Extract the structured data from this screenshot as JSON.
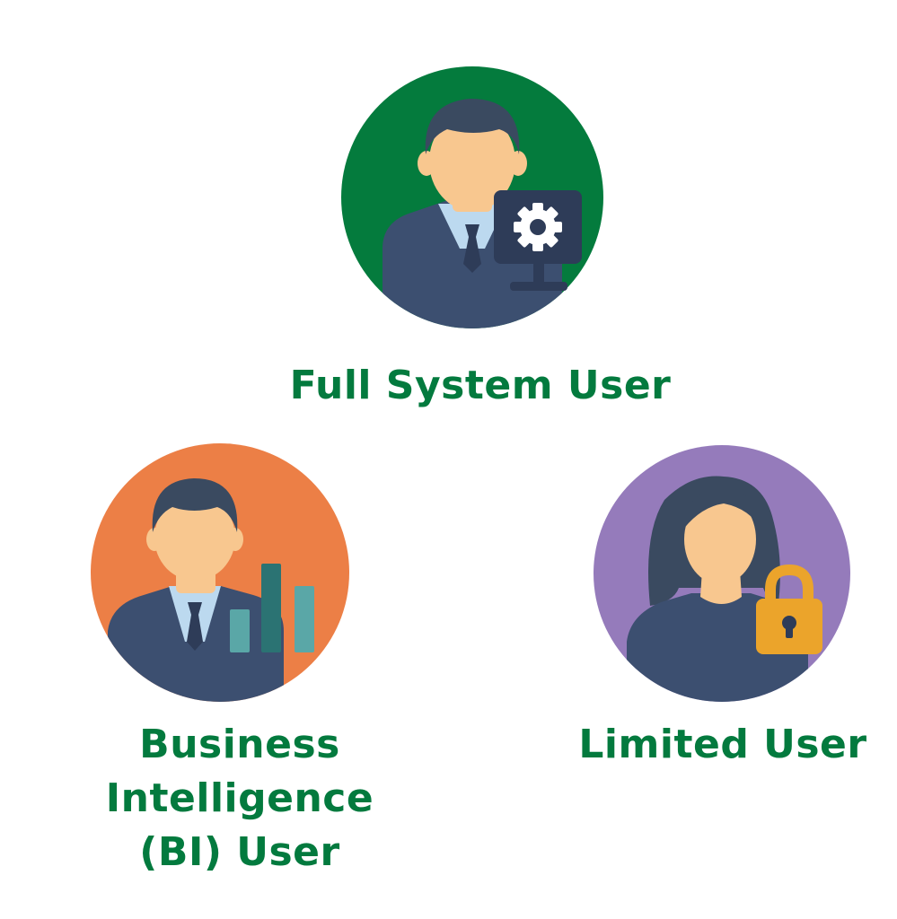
{
  "colors": {
    "label": "#037a3e",
    "full_bg": "#047b3d",
    "bi_bg": "#ec7f46",
    "limited_bg": "#957bbb",
    "suit": "#3c4f70",
    "skin": "#f8c78f",
    "hair": "#3a4a60",
    "shirt": "#bcd9ef",
    "monitor": "#2e3c58",
    "gear": "#ffffff",
    "bar_light": "#5aa7a7",
    "bar_dark": "#2b7373",
    "lock": "#eba42b",
    "lock_hole": "#2e3c58"
  },
  "roles": [
    {
      "label": "Full System User",
      "icon": "person-monitor-gear-icon"
    },
    {
      "label": "Business Intelligence (BI) User",
      "label_lines": [
        "Business Intelligence",
        "(BI) User"
      ],
      "icon": "person-bar-chart-icon"
    },
    {
      "label": "Limited User",
      "icon": "woman-padlock-icon"
    }
  ]
}
